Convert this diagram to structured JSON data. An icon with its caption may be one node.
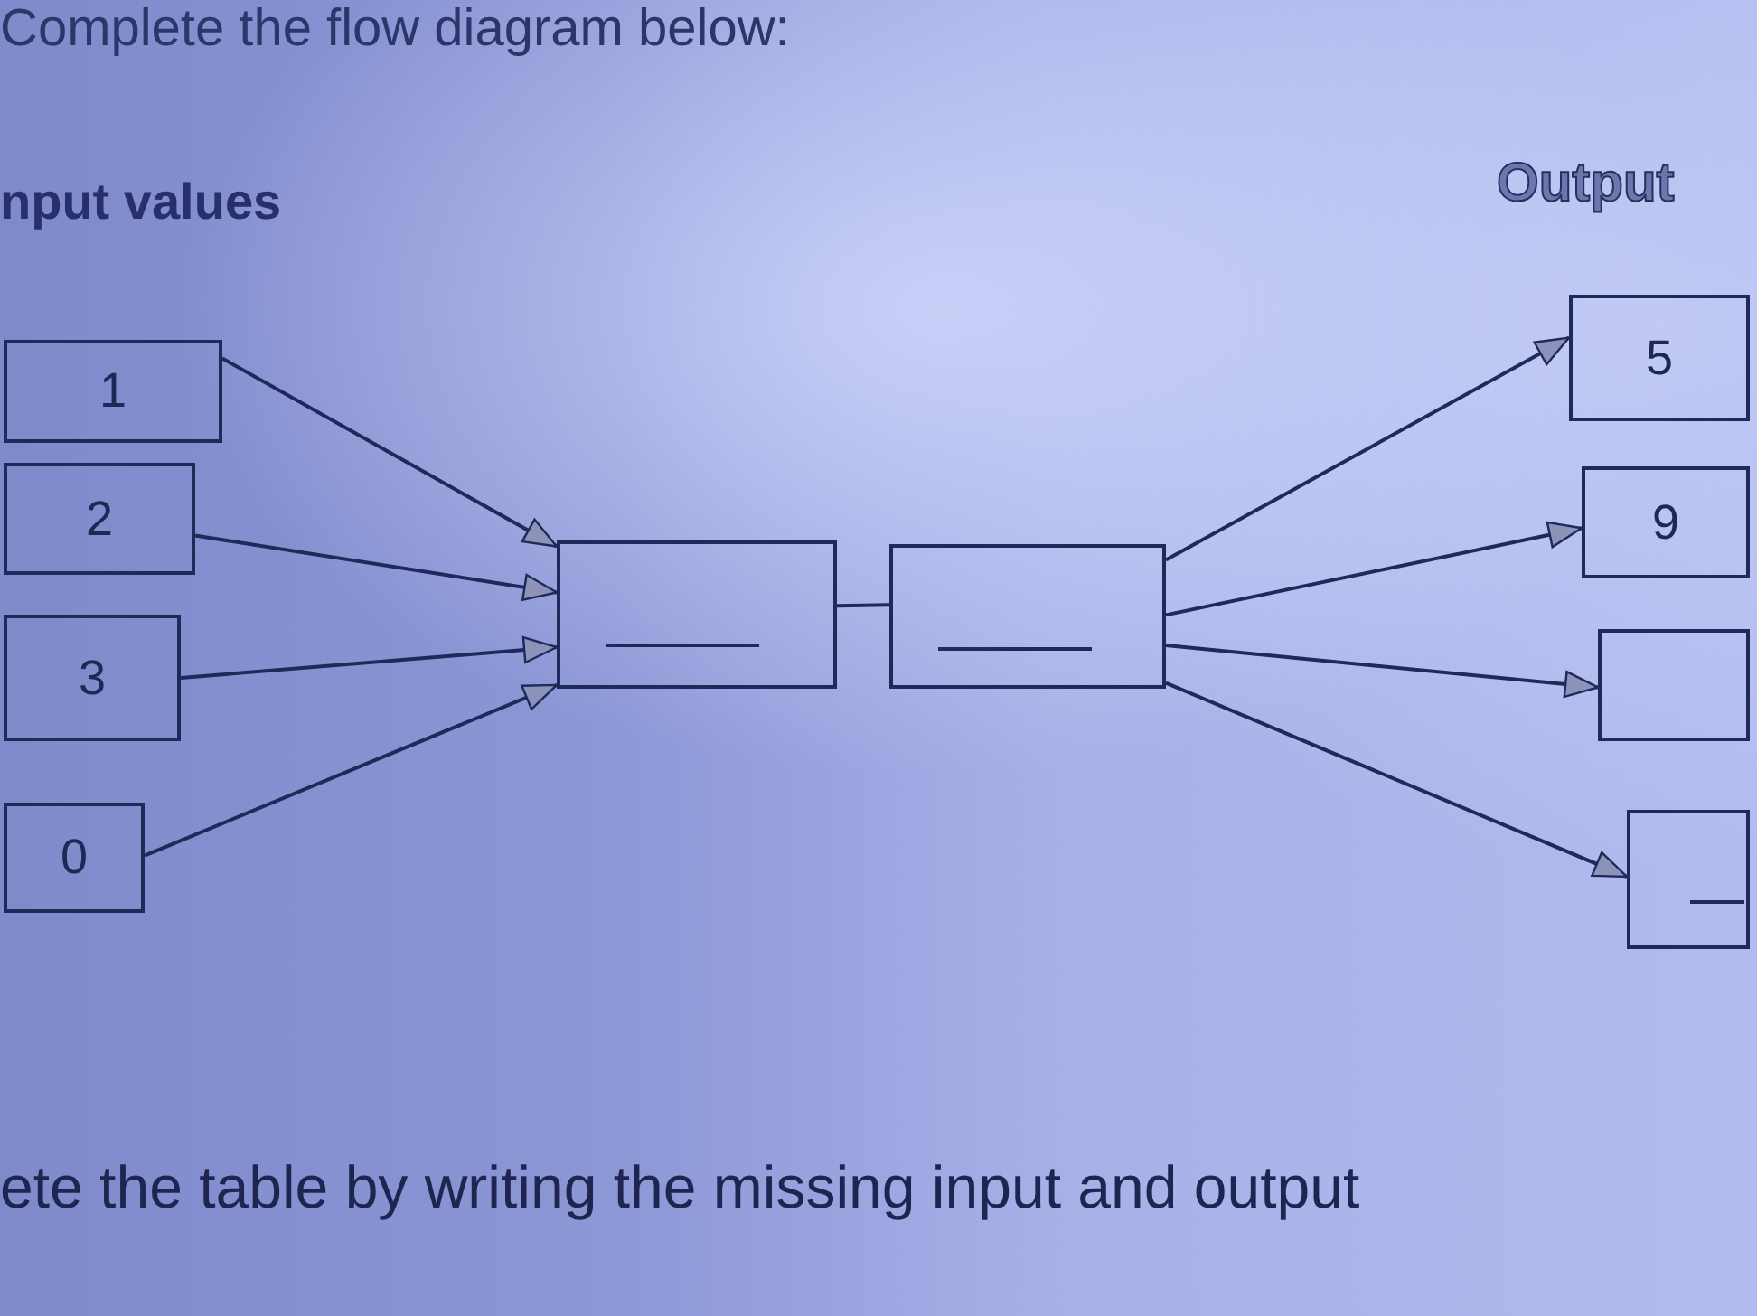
{
  "diagram": {
    "title": "Complete the flow diagram below:",
    "nodes": [
      {
        "text": [
          "1"
        ]
      },
      {
        "text": [
          "2"
        ]
      },
      {
        "text": [
          "3"
        ]
      },
      {
        "text": [
          "0"
        ]
      },
      {
        "text": [],
        "shape": "box"
      },
      {
        "text": [],
        "shape": "box"
      },
      {
        "text": [
          "5"
        ]
      },
      {
        "text": [
          "9"
        ]
      },
      {
        "text": [],
        "shape": "box"
      },
      {
        "text": [],
        "shape": "box"
      }
    ],
    "edges": [
      {
        "from": 0,
        "to": 4,
        "arrow": "to"
      },
      {
        "from": 1,
        "to": 4,
        "arrow": "to"
      },
      {
        "from": 2,
        "to": 4,
        "arrow": "to"
      },
      {
        "from": 3,
        "to": 4,
        "arrow": "to"
      },
      {
        "from": 4,
        "to": 5,
        "arrow": "none"
      },
      {
        "from": 5,
        "to": 6,
        "arrow": "to"
      },
      {
        "from": 5,
        "to": 7,
        "arrow": "to"
      },
      {
        "from": 5,
        "to": 8,
        "arrow": "to"
      },
      {
        "from": 5,
        "to": 9,
        "arrow": "to"
      }
    ],
    "labels": [
      "nput values",
      "Output",
      "ete the table by writing the missing input and output"
    ]
  }
}
